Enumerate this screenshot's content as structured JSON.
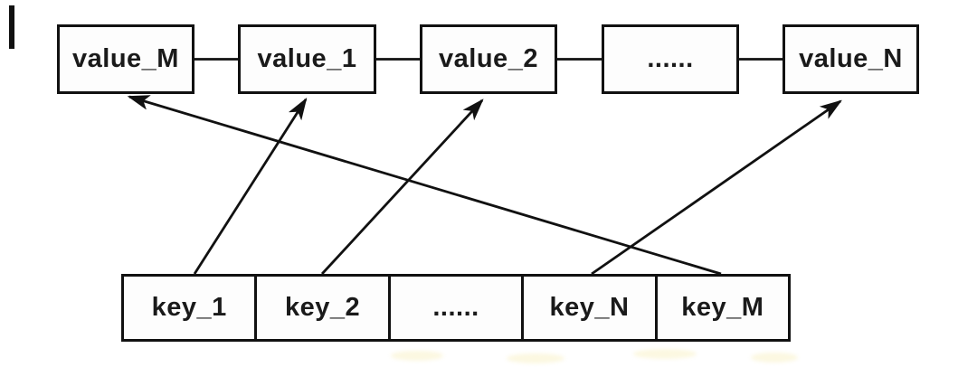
{
  "diagram": {
    "background_color": "#ffffff",
    "line_color": "#111111",
    "text_color": "#1a1a1a",
    "value_row": {
      "items": [
        {
          "label": "value_M"
        },
        {
          "label": "value_1"
        },
        {
          "label": "value_2"
        },
        {
          "label": "......"
        },
        {
          "label": "value_N"
        }
      ]
    },
    "key_row": {
      "items": [
        {
          "label": "key_1"
        },
        {
          "label": "key_2"
        },
        {
          "label": "......"
        },
        {
          "label": "key_N"
        },
        {
          "label": "key_M"
        }
      ]
    },
    "arrows": [
      {
        "from": "key_1",
        "to": "value_1"
      },
      {
        "from": "key_2",
        "to": "value_2"
      },
      {
        "from": "key_N",
        "to": "value_N"
      },
      {
        "from": "key_M",
        "to": "value_M"
      }
    ]
  }
}
